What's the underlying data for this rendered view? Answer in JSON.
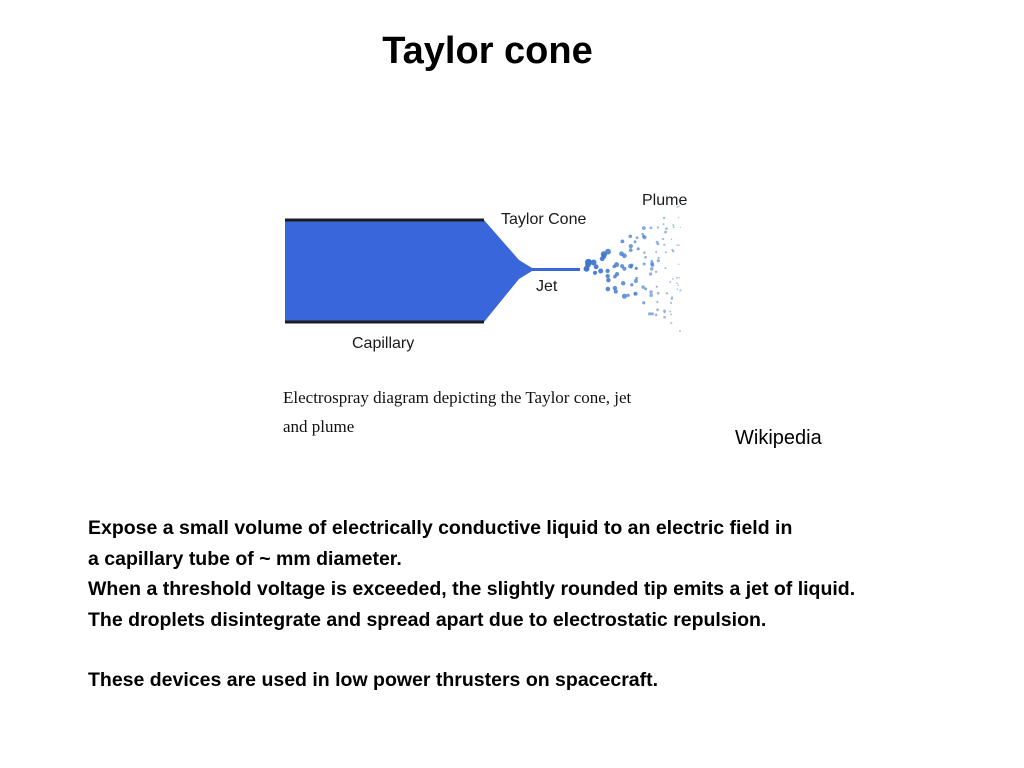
{
  "slide": {
    "title": "Taylor cone",
    "credit": "Wikipedia"
  },
  "figure": {
    "labels": {
      "taylor_cone": "Taylor Cone",
      "plume": "Plume",
      "jet": "Jet",
      "capillary": "Capillary"
    },
    "caption_line1": "Electrospray diagram depicting the Taylor cone, jet",
    "caption_line2": "and plume",
    "colors": {
      "capillary_fill": "#3a66dc",
      "capillary_edge": "#1c1c1c",
      "droplet": "#3f78cc"
    }
  },
  "body": {
    "lines": [
      "Expose a small volume of electrically conductive liquid to an electric field in",
      "a capillary tube of ~ mm diameter.",
      "When a threshold voltage is exceeded, the slightly rounded tip emits a  jet  of liquid.",
      "The droplets disintegrate and spread apart due to electrostatic repulsion."
    ],
    "closing": "These devices are used in low power thrusters on spacecraft."
  }
}
